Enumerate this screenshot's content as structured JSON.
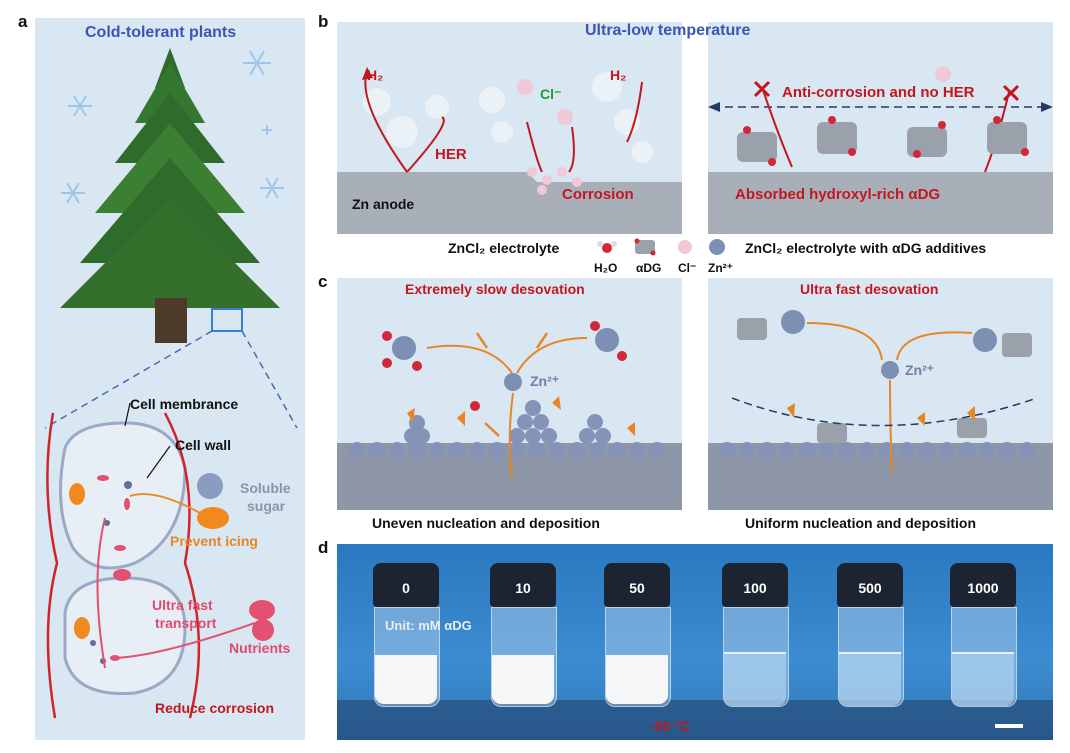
{
  "panels": {
    "a": {
      "letter": "a",
      "title": "Cold-tolerant plants",
      "cell_membrance": "Cell membrance",
      "cell_wall": "Cell wall",
      "soluble": "Soluble",
      "sugar": "sugar",
      "prevent_icing": "Prevent icing",
      "ultra_fast": "Ultra fast",
      "transport": "transport",
      "nutrients": "Nutrients",
      "reduce_corrosion": "Reduce corrosion"
    },
    "b": {
      "letter": "b",
      "title": "Ultra-low temperature",
      "h2_left": "H₂",
      "h2_right": "H₂",
      "cl": "Cl⁻",
      "her": "HER",
      "corrosion": "Corrosion",
      "zn_anode": "Zn anode",
      "anti_corrosion": "Anti-corrosion and no HER",
      "absorbed": "Absorbed hydroxyl-rich αDG"
    },
    "legend": {
      "left": "ZnCl₂ electrolyte",
      "right": "ZnCl₂ electrolyte with αDG additives",
      "h2o": "H₂O",
      "adg": "αDG",
      "cl": "Cl⁻",
      "zn": "Zn²⁺"
    },
    "c": {
      "letter": "c",
      "left_title": "Extremely slow desovation",
      "right_title": "Ultra fast desovation",
      "zn_left": "Zn²⁺",
      "zn_right": "Zn²⁺",
      "left_caption": "Uneven nucleation and deposition",
      "right_caption": "Uniform nucleation and deposition"
    },
    "d": {
      "letter": "d",
      "vials": [
        "0",
        "10",
        "50",
        "100",
        "500",
        "1000"
      ],
      "unit": "Unit: mM αDG",
      "temp": "-50 °C"
    }
  },
  "colors": {
    "panel_bg": "#d8e7f2",
    "red_text": "#c3171f",
    "blue_text": "#3b55b5",
    "orange": "#e98524",
    "zn_sphere": "#7d8fb3",
    "photo_bg": "#2f7fc3"
  },
  "icons": [
    "snowflake-icon",
    "pine-tree-icon",
    "water-molecule-icon",
    "zn-ion-icon",
    "vial-icon"
  ]
}
